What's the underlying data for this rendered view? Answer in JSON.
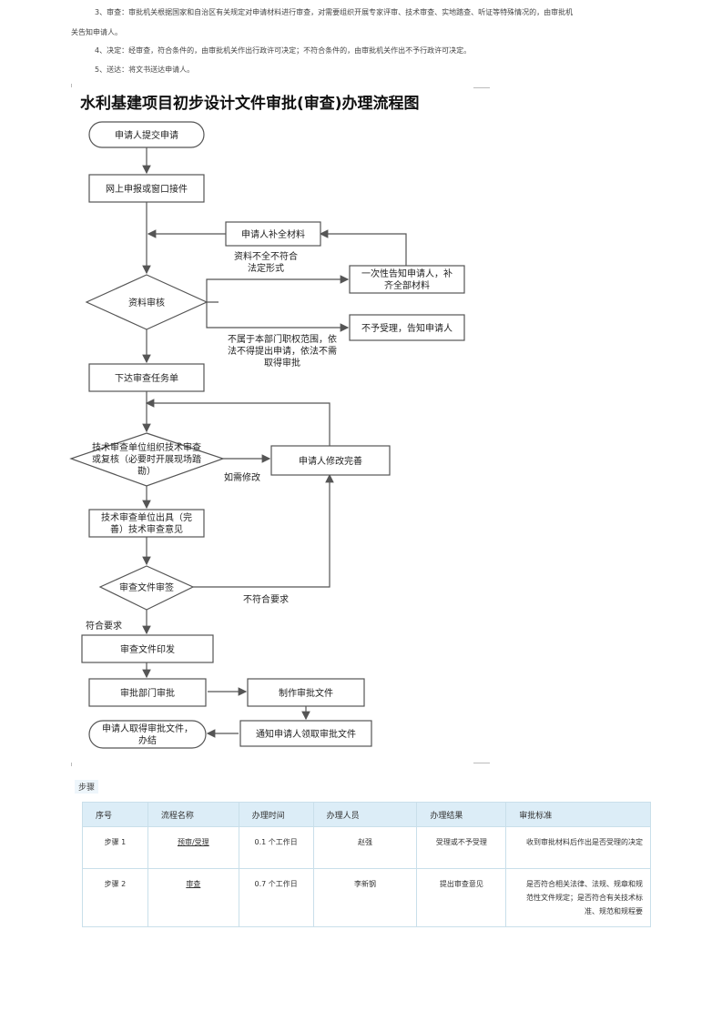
{
  "intro": {
    "lines": [
      "3、审查：审批机关根据国家和自治区有关规定对申请材料进行审查，对需要组织开展专家评审、技术审查、实地踏查、听证等特殊情况的，由审批机",
      "关告知申请人。",
      "4、决定：经审查，符合条件的，由审批机关作出行政许可决定；不符合条件的，由审批机关作出不予行政许可决定。",
      "5、送达：将文书送达申请人。"
    ]
  },
  "flowchart": {
    "title": "水利基建项目初步设计文件审批(审查)办理流程图",
    "nodes": {
      "start": "申请人提交申请",
      "receive": "网上申报或窗口接件",
      "supplement": "申请人补全材料",
      "notify_once": [
        "一次性告知申请人，补",
        "齐全部材料"
      ],
      "reject": "不予受理，告知申请人",
      "review": "资料审核",
      "task": "下达审查任务单",
      "tech_review": [
        "技术审查单位组织技术审查",
        "或复核（必要时开展现场踏",
        "勘）"
      ],
      "modify": "申请人修改完善",
      "opinion": [
        "技术审查单位出具（完",
        "善）技术审查意见"
      ],
      "sign": "审查文件审签",
      "issue": "审查文件印发",
      "approve": "审批部门审批",
      "make_doc": "制作审批文件",
      "notify_pick": "通知申请人领取审批文件",
      "end": [
        "申请人取得审批文件，",
        "办结"
      ]
    },
    "labels": {
      "incomplete": [
        "资料不全不符合",
        "法定形式"
      ],
      "out_of_scope": [
        "不属于本部门职权范围，依",
        "法不得提出申请，依法不需",
        "取得审批"
      ],
      "need_modify": "如需修改",
      "not_meet": "不符合要求",
      "meet": "符合要求"
    }
  },
  "steps": {
    "section_label": "步骤",
    "headers": [
      "序号",
      "流程名称",
      "办理时间",
      "办理人员",
      "办理结果",
      "审批标准"
    ],
    "rows": [
      {
        "seq": "步骤 1",
        "name": "预审/受理",
        "time": "0.1 个工作日",
        "person": "赵强",
        "result": "受理或不予受理",
        "standard": [
          "收到审批材料后作出是否受理的决定"
        ]
      },
      {
        "seq": "步骤 2",
        "name": "审查",
        "time": "0.7 个工作日",
        "person": "李新钢",
        "result": "提出审查意见",
        "standard": [
          "是否符合相关法律、法规、规章和规",
          "范性文件规定；是否符合有关技术标",
          "准、规范和规程要"
        ]
      }
    ]
  }
}
